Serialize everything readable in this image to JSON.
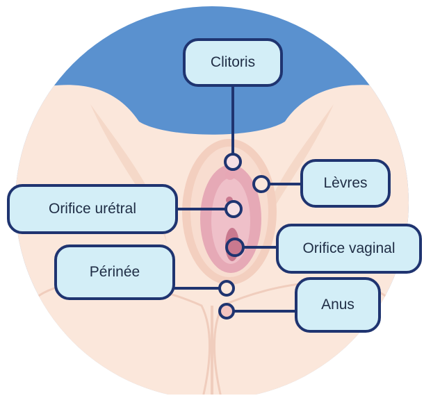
{
  "labels": {
    "clitoris": "Clitoris",
    "levres": "Lèvres",
    "orifice_uretral": "Orifice urétral",
    "orifice_vaginal": "Orifice vaginal",
    "perinee": "Périnée",
    "anus": "Anus"
  },
  "colors": {
    "circle_bg": "#5a91cf",
    "skin": "#fbe7db",
    "skin_shadow": "#f3cfbf",
    "mucosa": "#e6a9b6",
    "mucosa_dark": "#c9798f",
    "label_fill": "#d3eef7",
    "label_border": "#1f3470",
    "leader_line": "#1f3470"
  }
}
